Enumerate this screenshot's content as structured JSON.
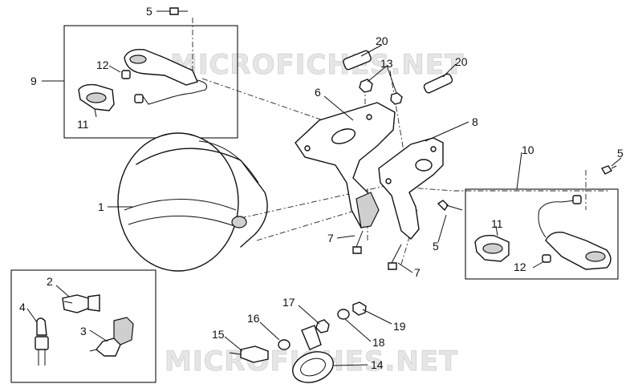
{
  "watermark": {
    "top": "MICROFICHES.NET",
    "bottom": "MICROFICHES.NET"
  },
  "callouts": {
    "c1": "1",
    "c2": "2",
    "c3": "3",
    "c4": "4",
    "c5a": "5",
    "c5b": "5",
    "c5c": "5",
    "c6": "6",
    "c7a": "7",
    "c7b": "7",
    "c8": "8",
    "c9": "9",
    "c10": "10",
    "c11a": "11",
    "c11b": "11",
    "c12a": "12",
    "c12b": "12",
    "c13": "13",
    "c14": "14",
    "c15": "15",
    "c16": "16",
    "c17": "17",
    "c18": "18",
    "c19": "19",
    "c20a": "20",
    "c20b": "20"
  }
}
